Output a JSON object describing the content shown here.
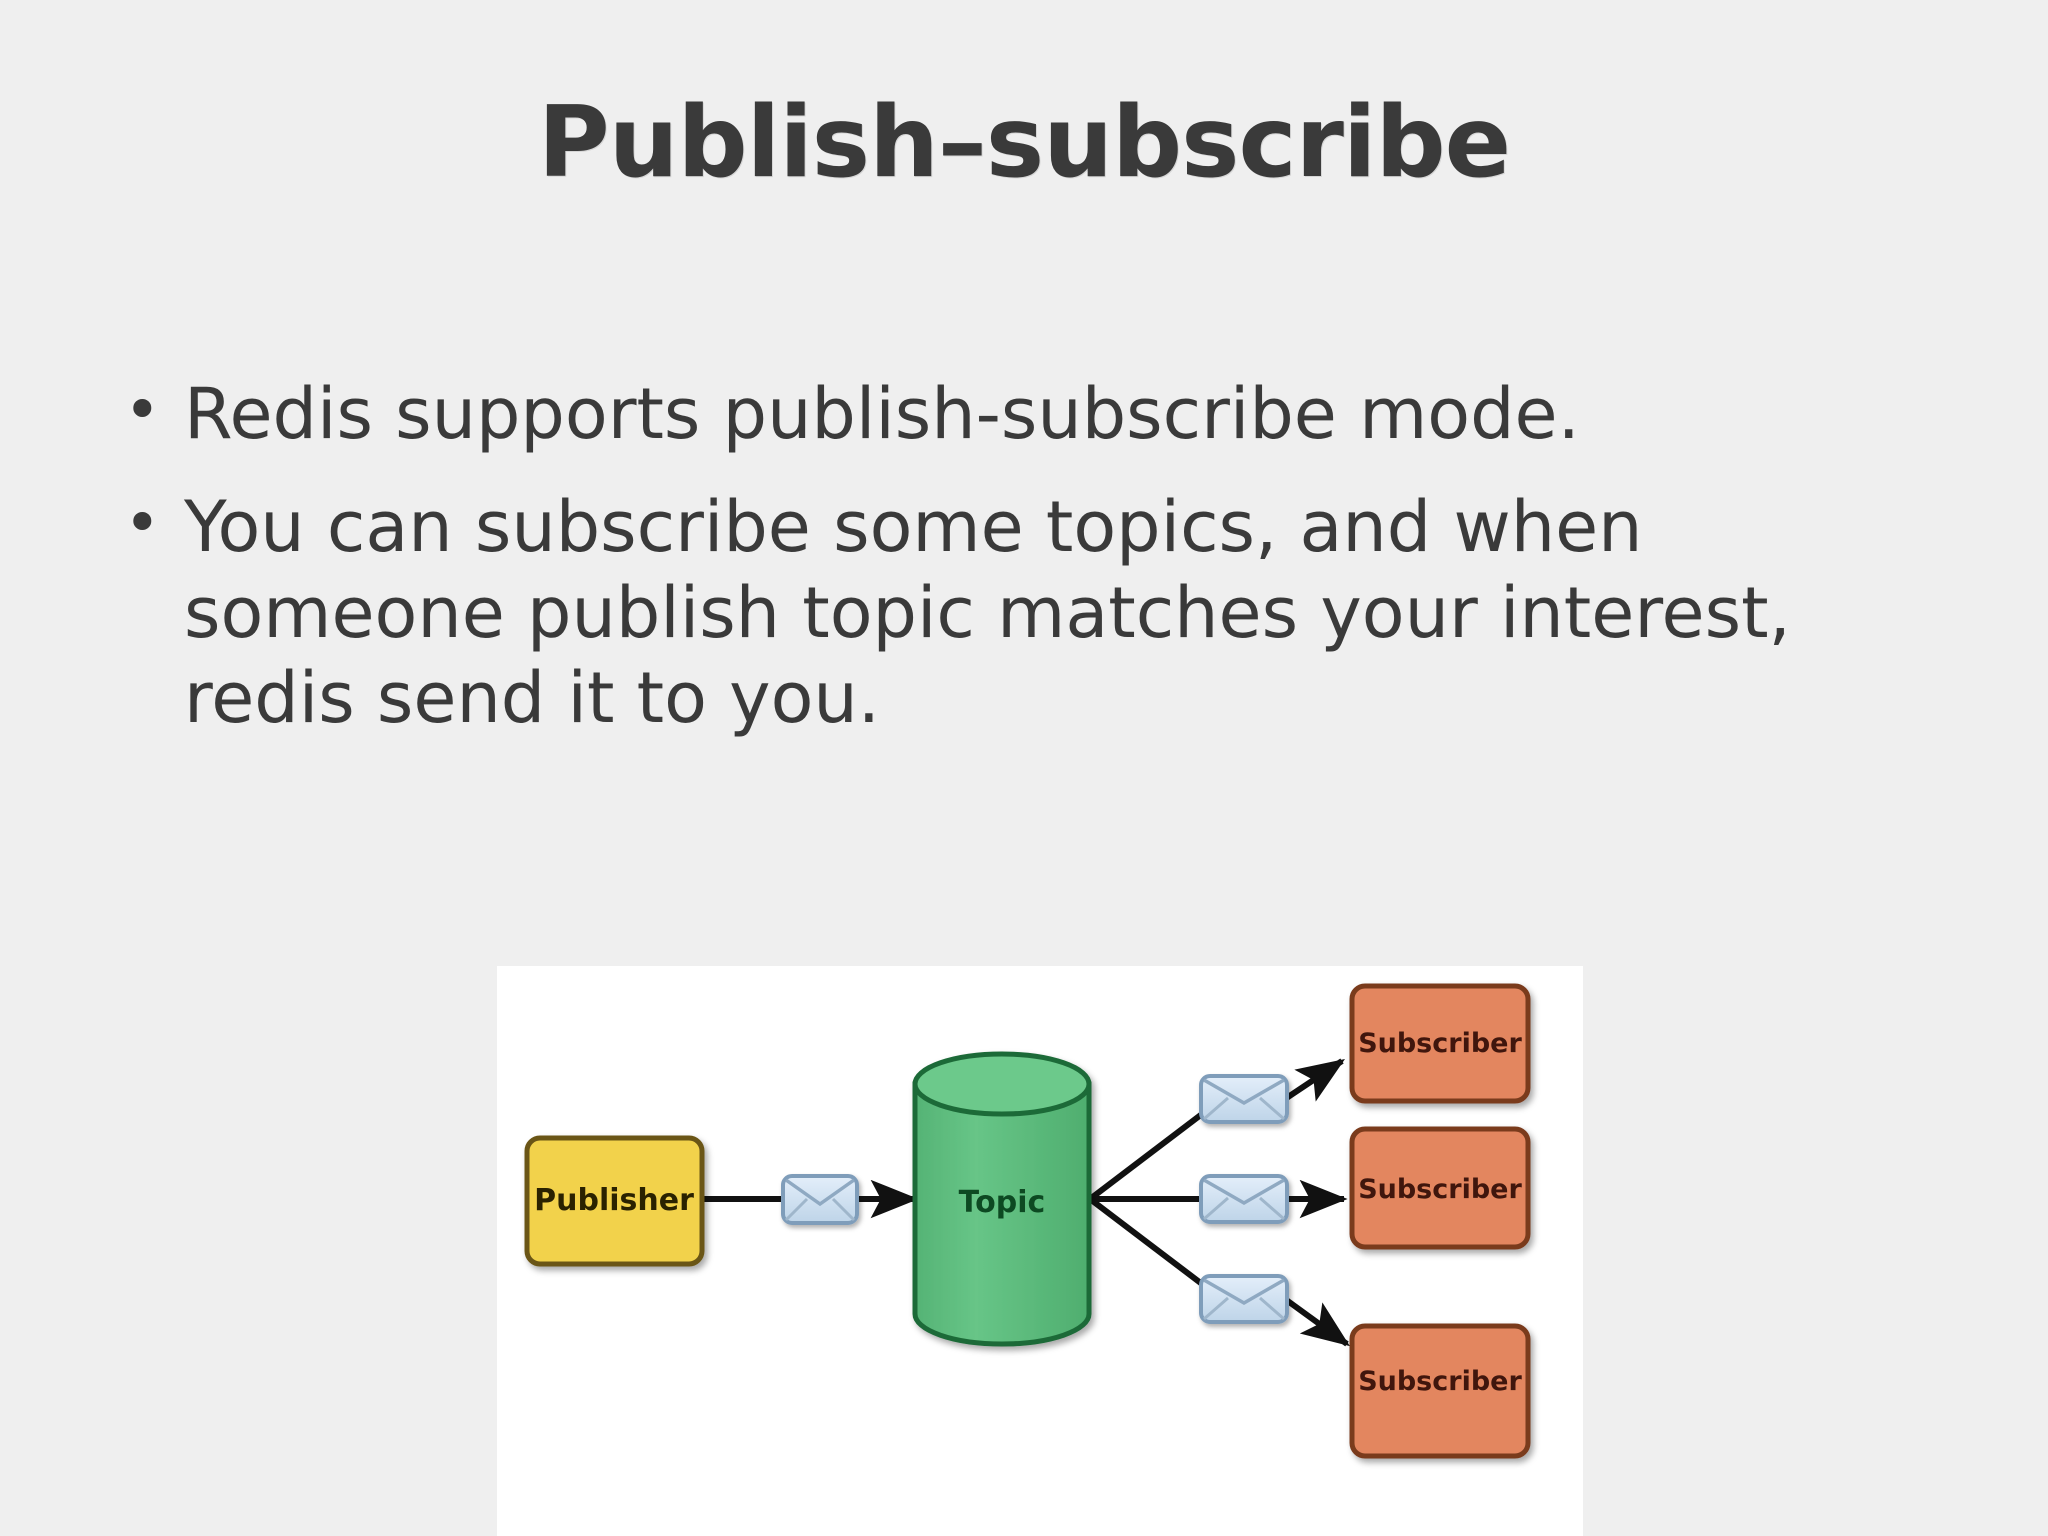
{
  "slide": {
    "title": "Publish–subscribe",
    "background_color": "#efefef",
    "text_color": "#3a3a3a",
    "bullets": [
      {
        "marker": "•",
        "text": "Redis supports publish-subscribe mode."
      },
      {
        "marker": "•",
        "text": "You can subscribe some topics, and when someone publish topic matches your interest, redis send it to you."
      }
    ]
  },
  "diagram": {
    "name": "publish-subscribe-diagram",
    "background_color": "#ffffff",
    "colors": {
      "publisher_fill": "#f2d24b",
      "publisher_stroke": "#6b5512",
      "topic_fill": "#5dbd7e",
      "topic_stroke": "#1d6b38",
      "subscriber_fill": "#e3865f",
      "subscriber_stroke": "#7a3b1e",
      "envelope_fill": "#cfe0f0",
      "envelope_stroke": "#7f9dba",
      "arrow": "#1a1a1a"
    },
    "nodes": {
      "publisher": {
        "label": "Publisher",
        "shape": "rounded-rect"
      },
      "topic": {
        "label": "Topic",
        "shape": "cylinder"
      },
      "subscribers": [
        {
          "label": "Subscriber",
          "shape": "rounded-rect"
        },
        {
          "label": "Subscriber",
          "shape": "rounded-rect"
        },
        {
          "label": "Subscriber",
          "shape": "rounded-rect"
        }
      ]
    },
    "message_icons": [
      {
        "name": "envelope-icon-publish"
      },
      {
        "name": "envelope-icon-subscriber-1"
      },
      {
        "name": "envelope-icon-subscriber-2"
      },
      {
        "name": "envelope-icon-subscriber-3"
      }
    ]
  }
}
